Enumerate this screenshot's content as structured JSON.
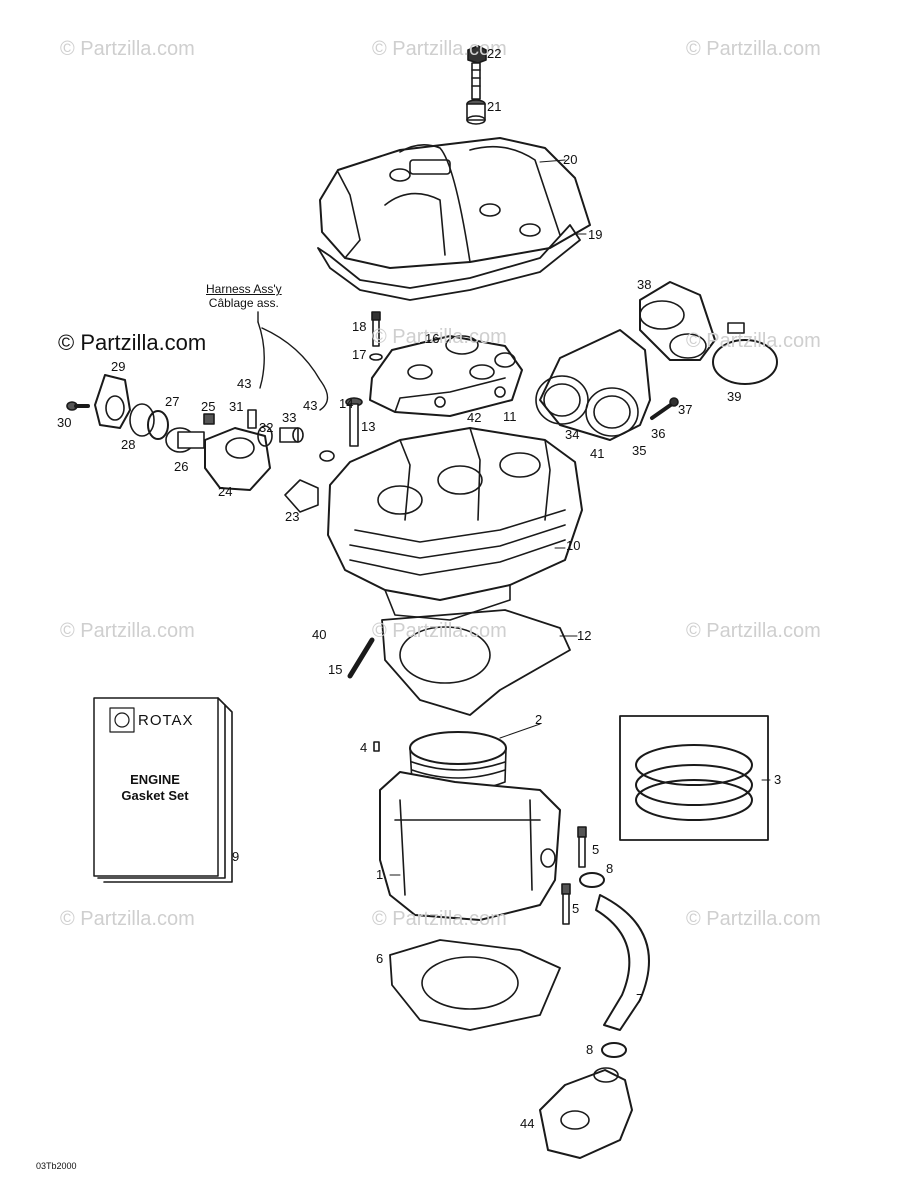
{
  "watermarks": {
    "w1": "© Partzilla.com",
    "w2": "© Partzilla.com",
    "w3": "© Partzilla.com",
    "w4": "© Partzilla.com",
    "w5": "© Partzilla.com",
    "w6": "© Partzilla.com",
    "w7": "© Partzilla.com",
    "w8": "© Partzilla.com",
    "w9": "© Partzilla.com",
    "w10": "© Partzilla.com",
    "w11": "© Partzilla.com"
  },
  "brand": "© Partzilla.com",
  "harness": {
    "line1": "Harness Ass'y",
    "line2": "Câblage ass."
  },
  "manual": {
    "logo": "ROTAX",
    "title1": "ENGINE",
    "title2": "Gasket Set"
  },
  "ref_code": "03Tb2000",
  "callouts": {
    "c1": "1",
    "c2": "2",
    "c3": "3",
    "c4": "4",
    "c5a": "5",
    "c5b": "5",
    "c6": "6",
    "c7": "7",
    "c8a": "8",
    "c8b": "8",
    "c9": "9",
    "c10": "10",
    "c11": "11",
    "c12": "12",
    "c13": "13",
    "c14": "14",
    "c15": "15",
    "c16": "16",
    "c17": "17",
    "c18": "18",
    "c19": "19",
    "c20": "20",
    "c21": "21",
    "c22": "22",
    "c23": "23",
    "c24": "24",
    "c25": "25",
    "c26": "26",
    "c27": "27",
    "c28": "28",
    "c29": "29",
    "c30": "30",
    "c31": "31",
    "c32": "32",
    "c33": "33",
    "c34": "34",
    "c35": "35",
    "c36": "36",
    "c37": "37",
    "c38": "38",
    "c39": "39",
    "c40": "40",
    "c41": "41",
    "c42": "42",
    "c43a": "43",
    "c43b": "43",
    "c44": "44"
  }
}
